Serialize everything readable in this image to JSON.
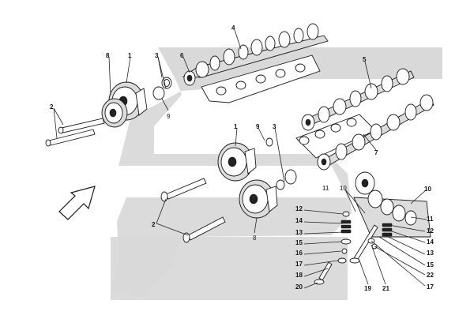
{
  "diagram": {
    "callouts": {
      "c8_top": "8",
      "c1_top": "1",
      "c3_top": "3",
      "c6": "6",
      "c4": "4",
      "c5": "5",
      "c2_left": "2",
      "c9_top": "9",
      "c1_mid": "1",
      "c9_mid": "9",
      "c3_mid": "3",
      "c7": "7",
      "c11_a": "11",
      "c10_a": "10",
      "c10_b": "10",
      "c11_b": "11",
      "c12_l": "12",
      "c14_l": "14",
      "c13_l": "13",
      "c15_l": "15",
      "c16": "16",
      "c17_l": "17",
      "c18": "18",
      "c20": "20",
      "c19": "19",
      "c21": "21",
      "c17_r": "17",
      "c22": "22",
      "c15_r": "15",
      "c13_r": "13",
      "c14_r": "14",
      "c12_r": "12",
      "c2_bottom": "2",
      "c8_bottom": "8"
    }
  }
}
